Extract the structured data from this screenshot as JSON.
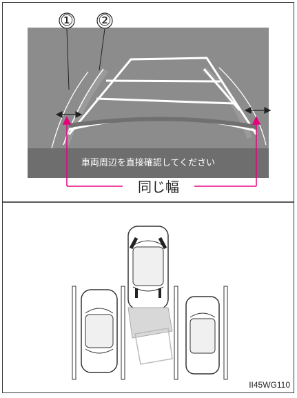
{
  "labels": {
    "guide1": "①",
    "guide2": "②",
    "warning": "車両周辺を直接確認してください",
    "same_width": "同じ幅",
    "code": "II45WG110"
  },
  "colors": {
    "camera_bg": "#8a8a8a",
    "ground": "#6a6a6a",
    "guide_line": "#ffffff",
    "magenta": "#e6007e",
    "frame": "#333333"
  }
}
